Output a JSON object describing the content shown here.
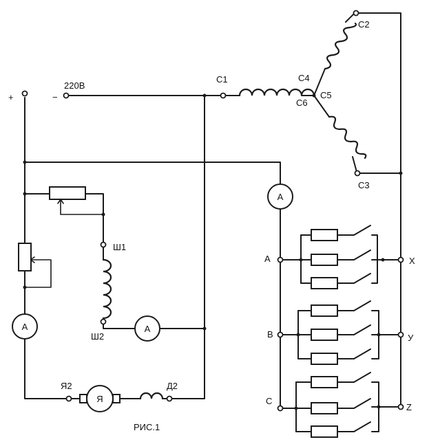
{
  "diagram": {
    "caption": "РИС.1",
    "supply": {
      "plus": "+",
      "minus": "−",
      "voltage": "220В"
    },
    "stator_terminals": {
      "c1": "С1",
      "c2": "С2",
      "c3": "С3",
      "c4": "С4",
      "c5": "С5",
      "c6": "С6"
    },
    "field_terminals": {
      "sh1": "Ш1",
      "sh2": "Ш2"
    },
    "armature_terminals": {
      "ya2": "Я2",
      "d2": "Д2",
      "armature": "Я"
    },
    "meters": {
      "symbol": "А"
    },
    "load_phases": {
      "a": "А",
      "b": "В",
      "c": "С",
      "x": "Х",
      "y": "У",
      "z": "Z"
    }
  }
}
